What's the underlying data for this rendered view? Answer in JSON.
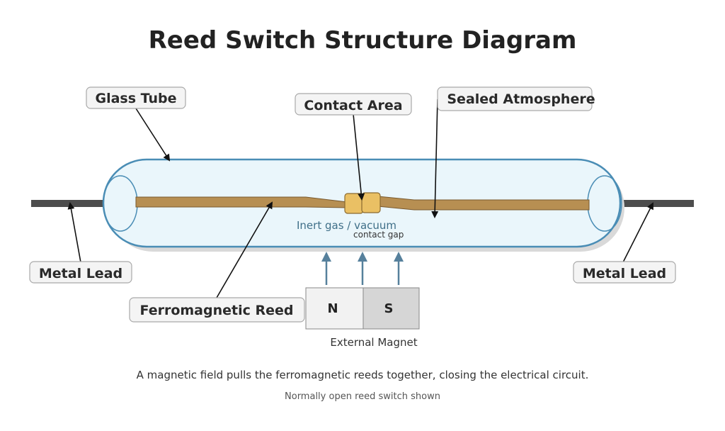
{
  "title": "Reed Switch Structure Diagram",
  "callouts": {
    "glass_tube": "Glass Tube",
    "contact_area": "Contact Area",
    "sealed_atmosphere": "Sealed Atmosphere",
    "metal_lead_left": "Metal Lead",
    "metal_lead_right": "Metal Lead",
    "ferromagnetic_reed": "Ferromagnetic Reed"
  },
  "tube_labels": {
    "atmosphere": "Inert gas / vacuum",
    "gap": "contact gap"
  },
  "magnet": {
    "north": "N",
    "south": "S",
    "label": "External Magnet"
  },
  "caption": "A magnetic field pulls the ferromagnetic reeds together, closing the electrical circuit.",
  "note": "Normally open reed switch shown",
  "colors": {
    "tube_fill": "#eaf6fb",
    "tube_stroke": "#4a8db5",
    "reed": "#b78f52",
    "contact": "#eac064",
    "lead": "#4d4d4d",
    "field_arrow": "#56809c",
    "magnet_north": "#f2f2f2",
    "magnet_south": "#d6d6d6"
  }
}
